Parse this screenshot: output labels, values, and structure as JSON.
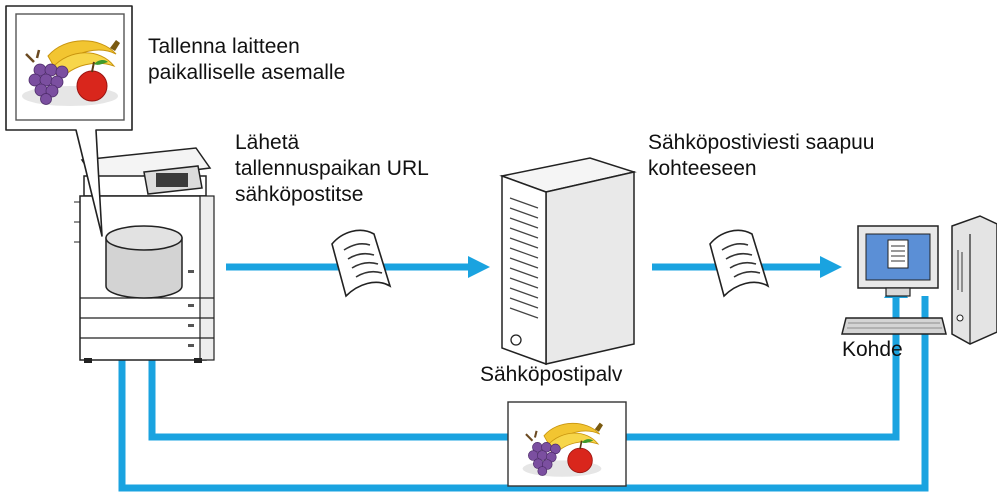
{
  "diagram": {
    "local_storage_label": [
      "Tallenna laitteen",
      "paikalliselle asemalle"
    ],
    "send_url_label": [
      "Lähetä",
      "tallennuspaikan URL",
      "sähköpostitse"
    ],
    "email_arrives_label": [
      "Sähköpostiviesti saapuu",
      "kohteeseen"
    ],
    "mail_server_label": "Sähköpostipalv",
    "destination_label": "Kohde"
  },
  "colors": {
    "flow_arrow": "#1aa3e0",
    "device_body": "#ffffff",
    "outline": "#222222",
    "storage_drum": "#d3d3d3",
    "monitor_screen": "#5b8fd6"
  },
  "icons": [
    "fruit-image-icon",
    "mfp-icon",
    "storage-icon",
    "document-icon",
    "server-icon",
    "computer-icon"
  ]
}
